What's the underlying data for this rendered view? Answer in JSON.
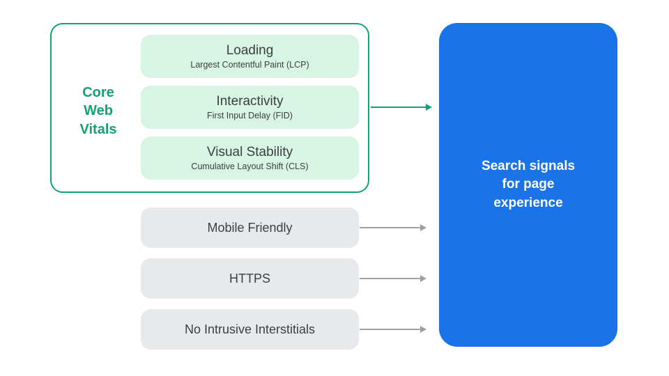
{
  "colors": {
    "green": "#14a173",
    "light_green": "#d7f4e4",
    "gray_box": "#e8e9ea",
    "blue": "#1a73e8",
    "arrow_gray": "#9aa0a6",
    "text_dark": "#3c4043",
    "white": "#ffffff"
  },
  "core_web_vitals": {
    "label": "Core Web Vitals",
    "items": [
      {
        "title": "Loading",
        "subtitle": "Largest Contentful Paint (LCP)"
      },
      {
        "title": "Interactivity",
        "subtitle": "First Input Delay (FID)"
      },
      {
        "title": "Visual Stability",
        "subtitle": "Cumulative Layout Shift (CLS)"
      }
    ]
  },
  "other_signals": [
    {
      "label": "Mobile Friendly"
    },
    {
      "label": "HTTPS"
    },
    {
      "label": "No Intrusive Interstitials"
    }
  ],
  "result": {
    "label": "Search signals for page experience"
  }
}
